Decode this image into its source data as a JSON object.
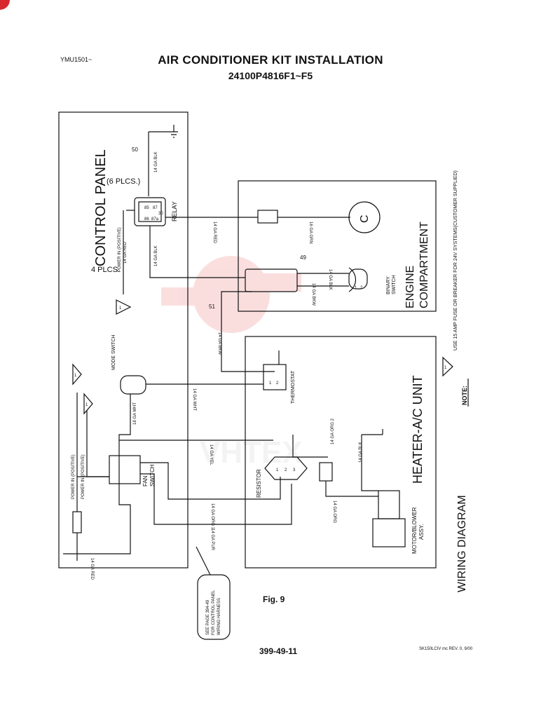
{
  "header": {
    "doc_code": "YMU1501~",
    "title": "AIR CONDITIONER KIT INSTALLATION",
    "subtitle": "24100P4816F1~F5"
  },
  "footer": {
    "figure_label": "Fig. 9",
    "page_number": "399-49-11",
    "revision": "SK150LCIV mc REV. 0, 9/00"
  },
  "sections": {
    "control_panel": "CONTROL PANEL",
    "engine_compartment_1": "ENGINE",
    "engine_compartment_2": "COMPARTMENT",
    "heater_unit": "HEATER-A/C UNIT",
    "wiring_diagram": "WIRING DIAGRAM"
  },
  "labels": {
    "six_places": "(6 PLCS.)",
    "four_places": "4 PLCS.",
    "relay": "RELAY",
    "mode_switch": "MODE SWITCH",
    "fan_switch_1": "FAN",
    "fan_switch_2": "SWITCH",
    "resistor": "RESISTOR",
    "thermostat": "THERMOSTAT",
    "binary_switch_1": "BINARY",
    "binary_switch_2": "SWITCH",
    "motor_blower_1": "MOTOR/BLOWER",
    "motor_blower_2": "ASSY.",
    "compressor": "C",
    "power_in_1": "POWER IN (POSITIVE)",
    "power_in_2": "POWER IN (POSITIVE)",
    "power_in_3": "POWER IN (POSITIVE)",
    "see_page_1": "SEE PAGE 394-49",
    "see_page_2": "FOR CONTROL PANEL",
    "see_page_3": "WIRING HARNESS",
    "note_label": "NOTE:",
    "note_text": "USE 15 AMP FUSE OR BREAKER FOR 24V SYSTEMS(CUSTOMER SUPPLIED)",
    "triangle_mark": "1"
  },
  "wires": {
    "w50": "50",
    "w49": "49",
    "w51": "51",
    "ga14_blk_relay": "14 GA BLK",
    "ga14_red_relay": "14 GA RED",
    "ga14_red_power": "14 GA RED",
    "ga14_blk_left": "14 GA BLK",
    "ga16_grn": "16 GA GRN",
    "ga14_blk_binary": "14 GA BLK",
    "ga14_bkw_binary": "14 GA BKW",
    "ga14_bkw_thermo": "14 GA BKW",
    "ga14_wht": "14 GA WHT",
    "ga18_wht": "18 GA WHT",
    "ga14_yel": "14 GA YEL",
    "ga14_org2": "14 GA ORG 2",
    "ga14_org1": "14 GA ORG 1",
    "ga14_pur": "14 GA PUR",
    "ga14_red_bottom": "14 GA RED",
    "ga14_blk_motor": "14 GA BLK",
    "ga14_org_motor": "14 GA ORG"
  },
  "pins": {
    "p85": "85",
    "p86": "86",
    "p87": "87",
    "p87a": "87a",
    "p30": "30",
    "r1": "1",
    "r2": "2",
    "r3": "3",
    "t1": "1",
    "t2": "2",
    "b1": "1",
    "b2": "2"
  },
  "colors": {
    "line": "#111111",
    "background": "#ffffff",
    "watermark": "#e53a3a"
  }
}
